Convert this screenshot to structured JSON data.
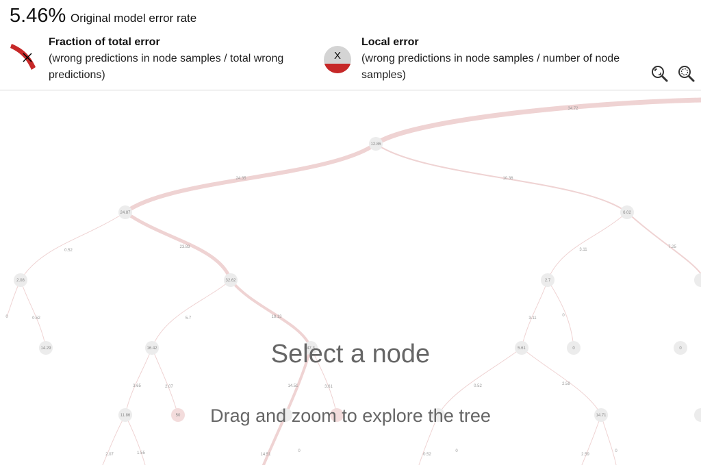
{
  "header": {
    "error_rate": "5.46%",
    "error_rate_label": "Original model error rate",
    "fraction_title": "Fraction of total error",
    "fraction_desc": "(wrong predictions in node samples / total wrong predictions)",
    "local_title": "Local error",
    "local_desc": "(wrong predictions in node samples / number of node samples)",
    "local_icon_letter": "X"
  },
  "toolbar": {
    "zoom_fit_icon": "zoom-to-fit-icon",
    "zoom_reset_icon": "zoom-reset-icon"
  },
  "overlay": {
    "title": "Select a node",
    "subtitle": "Drag and zoom to explore the tree"
  },
  "tree": {
    "nodes": [
      "12.86",
      "24.87",
      "6.02",
      "2.08",
      "32.62",
      "2.7",
      "14.29",
      "16.42",
      "47.3",
      "5.61",
      "0",
      "0",
      "11.86",
      "50",
      "14.71"
    ],
    "edges": [
      "34.72",
      "24.35",
      "10.36",
      "0.52",
      "23.83",
      "3.11",
      "7.25",
      "0",
      "0.52",
      "5.7",
      "18.13",
      "3.11",
      "0",
      "3.65",
      "2.07",
      "14.51",
      "3.61",
      "0.52",
      "2.59",
      "2.07",
      "1.55",
      "14.51",
      "0",
      "0.52",
      "0",
      "2.59",
      "0"
    ]
  },
  "colors": {
    "accent_red": "#c62828",
    "edge_pink": "#efd3d3",
    "node_gray": "#ececec"
  }
}
